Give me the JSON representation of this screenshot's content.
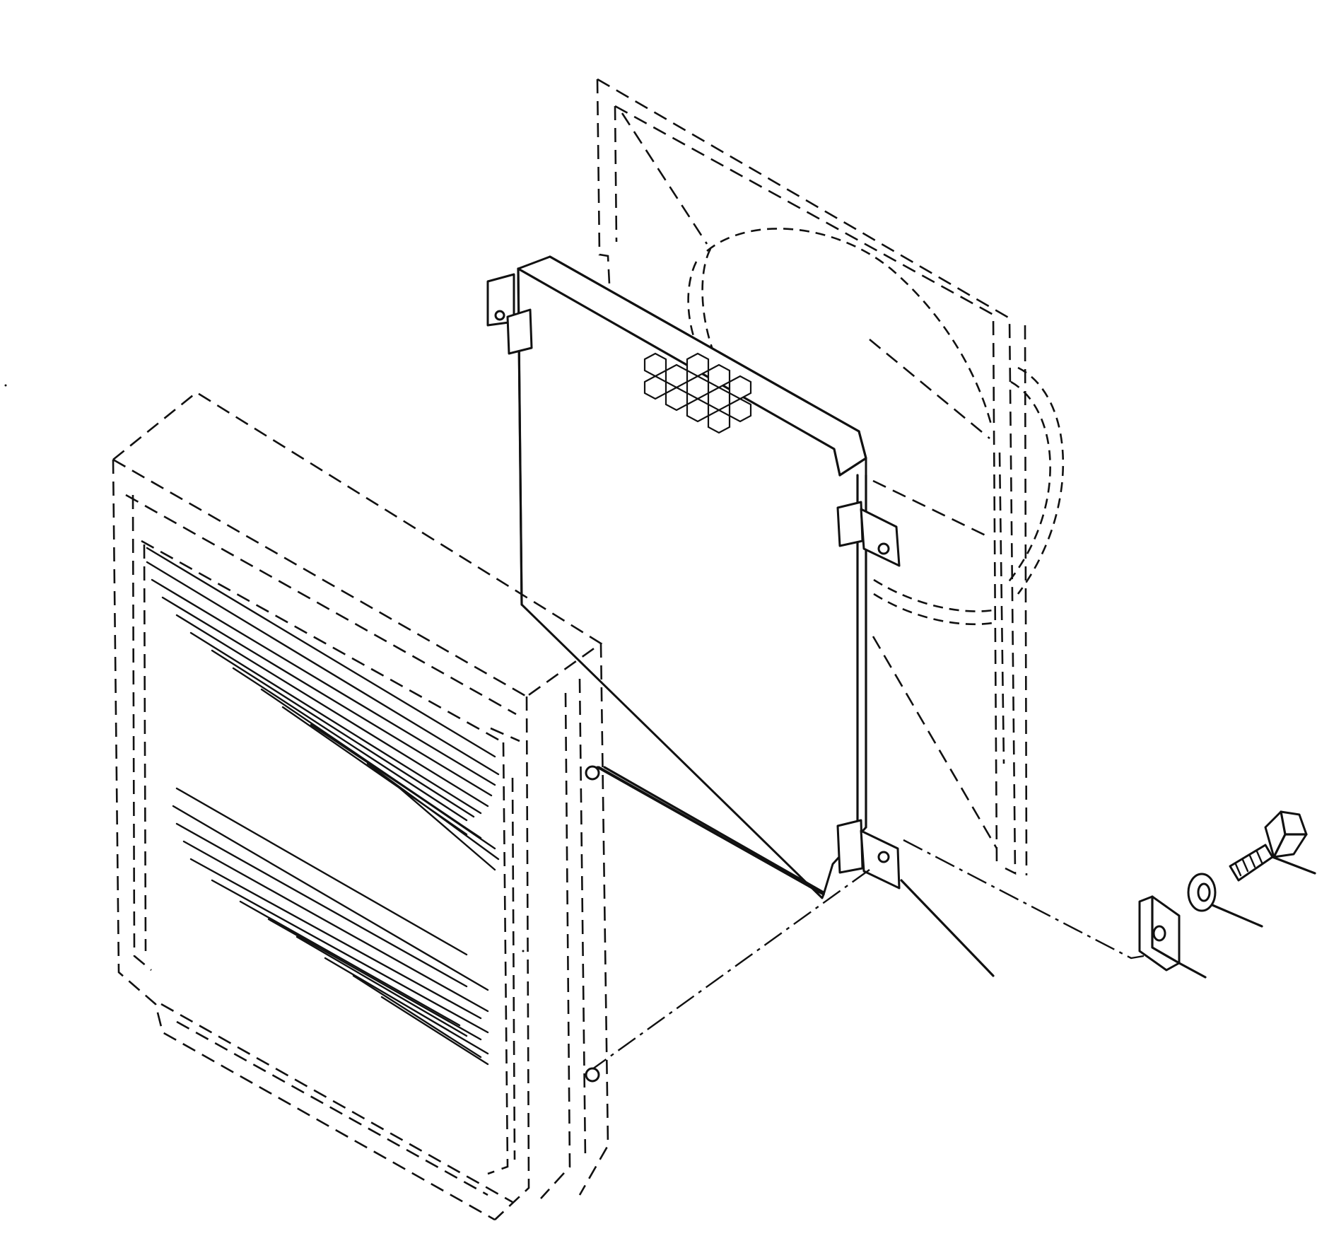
{
  "diagram": {
    "kind": "exploded-assembly-line-drawing",
    "labels": [],
    "parts": [
      {
        "id": "radiator",
        "style": "dashed-phantom",
        "icon": "radiator-core-icon"
      },
      {
        "id": "condenser-core",
        "style": "solid",
        "icon": "honeycomb-core-icon"
      },
      {
        "id": "fan-shroud",
        "style": "dashed-phantom",
        "icon": "fan-shroud-icon"
      },
      {
        "id": "mounting-bracket",
        "style": "solid",
        "icon": "bracket-icon"
      },
      {
        "id": "washer",
        "style": "solid",
        "icon": "washer-icon"
      },
      {
        "id": "bolt",
        "style": "solid",
        "icon": "bolt-icon"
      }
    ],
    "colors": {
      "ink": "#111111",
      "paper": "#ffffff"
    }
  }
}
